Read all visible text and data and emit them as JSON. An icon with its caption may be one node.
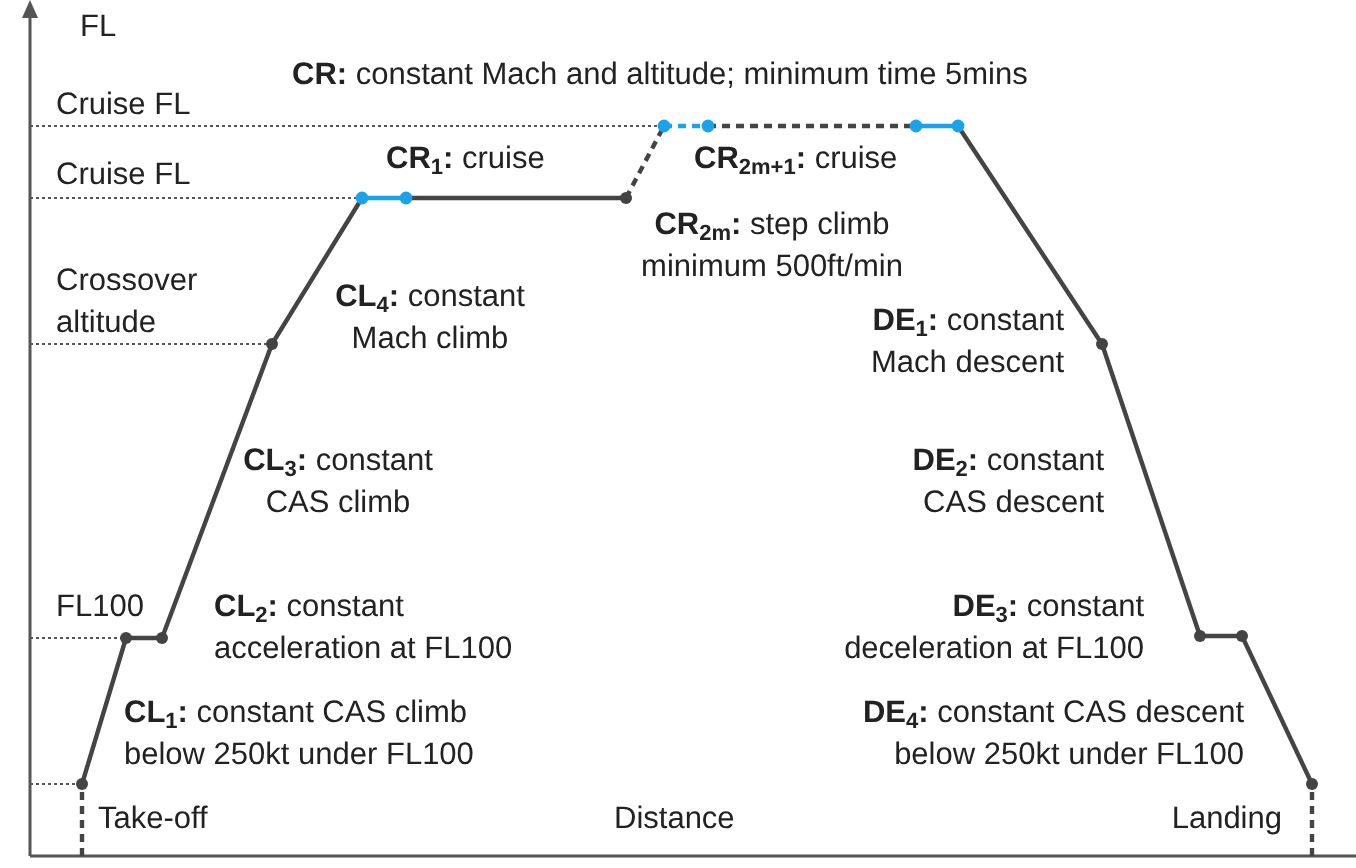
{
  "diagram": {
    "labels": [
      "FL",
      "**CR:** constant Mach and altitude; minimum time 5mins",
      "Cruise FL",
      "Cruise FL",
      "**CR$_{1}$:** cruise",
      "**CR$_{2m+1}$:** cruise",
      "**CR$_{2m}$:** step climb minimum 500ft/min",
      "Crossover altitude",
      "**CL$_{4}$:** constant Mach climb",
      "**DE$_{1}$:** constant Mach descent",
      "**CL$_{3}$:** constant CAS climb",
      "**DE$_{2}$:** constant CAS descent",
      "FL100",
      "**CL$_{2}$:** constant acceleration at FL100",
      "**DE$_{3}$:** constant deceleration at FL100",
      "**CL$_{1}$:** constant CAS climb below 250kt under FL100",
      "**DE$_{4}$:** constant CAS descent below 250kt under FL100",
      "Take-off",
      "Distance",
      "Landing"
    ]
  }
}
